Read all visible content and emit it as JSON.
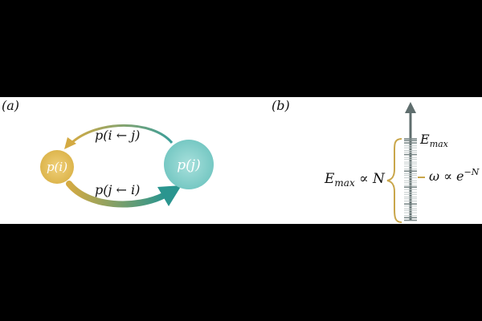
{
  "panels": {
    "a": {
      "label": "(a)",
      "node_i": "p(i)",
      "node_j": "p(j)",
      "arrow_top": "p(i ← j)",
      "arrow_bottom": "p(j ← i)",
      "colors": {
        "gold": "#d9b44a",
        "gold_dark": "#c9a64a",
        "teal": "#3a9e9a",
        "teal_light": "#8fd3cf"
      }
    },
    "b": {
      "label": "(b)",
      "emax_label": "E",
      "emax_sub": "max",
      "left_label_prefix": "E",
      "left_label_sub": "max",
      "left_label_suffix": " ∝ N",
      "spacing_label_prefix": "ω ∝ e",
      "spacing_label_sup": "−N",
      "colors": {
        "axis": "#5f6e6e",
        "brace": "#c9a64a",
        "tick": "#b7c1c1"
      }
    }
  }
}
